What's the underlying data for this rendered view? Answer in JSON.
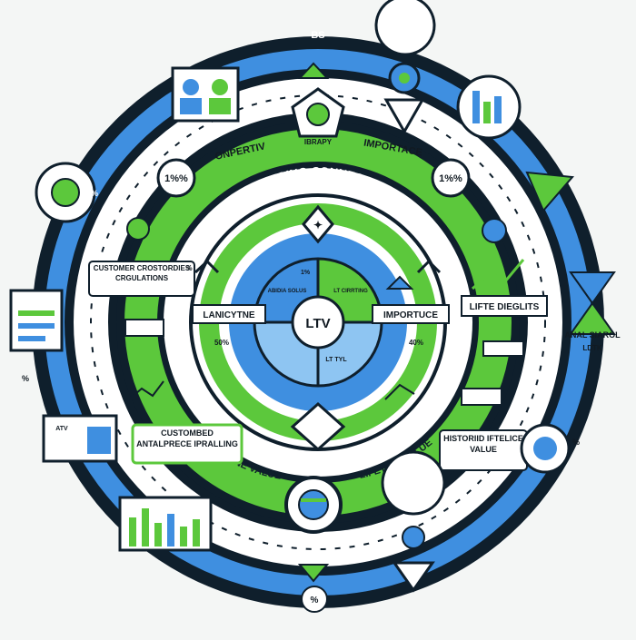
{
  "center": {
    "label": "LTV",
    "sector_texts": [
      "ABIDIA SOLUS",
      "LT CIRRTING",
      "LT TYL",
      "1%"
    ]
  },
  "inner_ring": {
    "arc_title": "EDUCATOING CONNECATIONS",
    "left_tag": "LANICYTNE",
    "right_tag": "IMPORTUCE"
  },
  "middle_ring": {
    "top_left": "ONPERTIV",
    "top_center": "IBRAPY",
    "top_right": "IMPORTACE"
  },
  "bottom_arcs": {
    "left": "CUSTOTNE VALUE",
    "right": "LIFETIME VALUE"
  },
  "boxes": {
    "customer": "CUSTOMER CROSTORDIES CRGULATIONS",
    "analytics": "CUSTOMBED ANTALPRECE IPRALLING",
    "lifte": "LIFTE DIEGLITS",
    "historic": "HISTORIID IFTELICE VALUE",
    "anal": "ANAL SIAROL",
    "screen": "ATV"
  },
  "misc": {
    "top_badge": "BS",
    "bubble_left": "1%%",
    "bubble_right": "1%%",
    "pct_a": "50%",
    "pct_b": "40%",
    "pct_c": "%",
    "pct_d": "%",
    "pct_e": "%",
    "pct_f": "%",
    "pct_bottom": "%",
    "small_label": "LDTK"
  },
  "colors": {
    "navy": "#0f1f2c",
    "green": "#5cc83c",
    "blue": "#3f8fe0",
    "light_blue": "#8ec5f2",
    "white": "#ffffff"
  }
}
